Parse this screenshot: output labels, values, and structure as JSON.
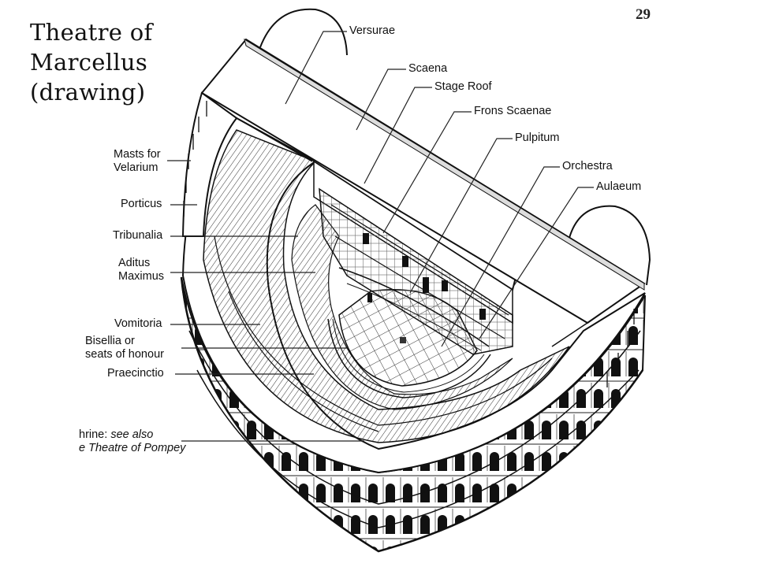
{
  "slide": {
    "title_lines": [
      "Theatre of",
      "Marcellus",
      "(drawing)"
    ],
    "page_number": "29"
  },
  "right_labels": {
    "versurae": "Versurae",
    "scaena": "Scaena",
    "stage_roof": "Stage Roof",
    "frons_scaenae": "Frons Scaenae",
    "pulpitum": "Pulpitum",
    "orchestra": "Orchestra",
    "aulaeum": "Aulaeum"
  },
  "left_labels": {
    "masts_line1": "Masts for",
    "masts_line2": "Velarium",
    "porticus": "Porticus",
    "tribunalia": "Tribunalia",
    "aditus_line1": "Aditus",
    "aditus_line2": "Maximus",
    "vomitoria": "Vomitoria",
    "bisellia_line1": "Bisellia or",
    "bisellia_line2": "seats of honour",
    "praecinctio": "Praecinctio",
    "shrine_line1_a": "hrine: ",
    "shrine_line1_b": "see also",
    "shrine_line2_a": "e Theatre of Pompey"
  },
  "colors": {
    "ink": "#111111",
    "paper": "#ffffff",
    "shade": "#555555"
  }
}
